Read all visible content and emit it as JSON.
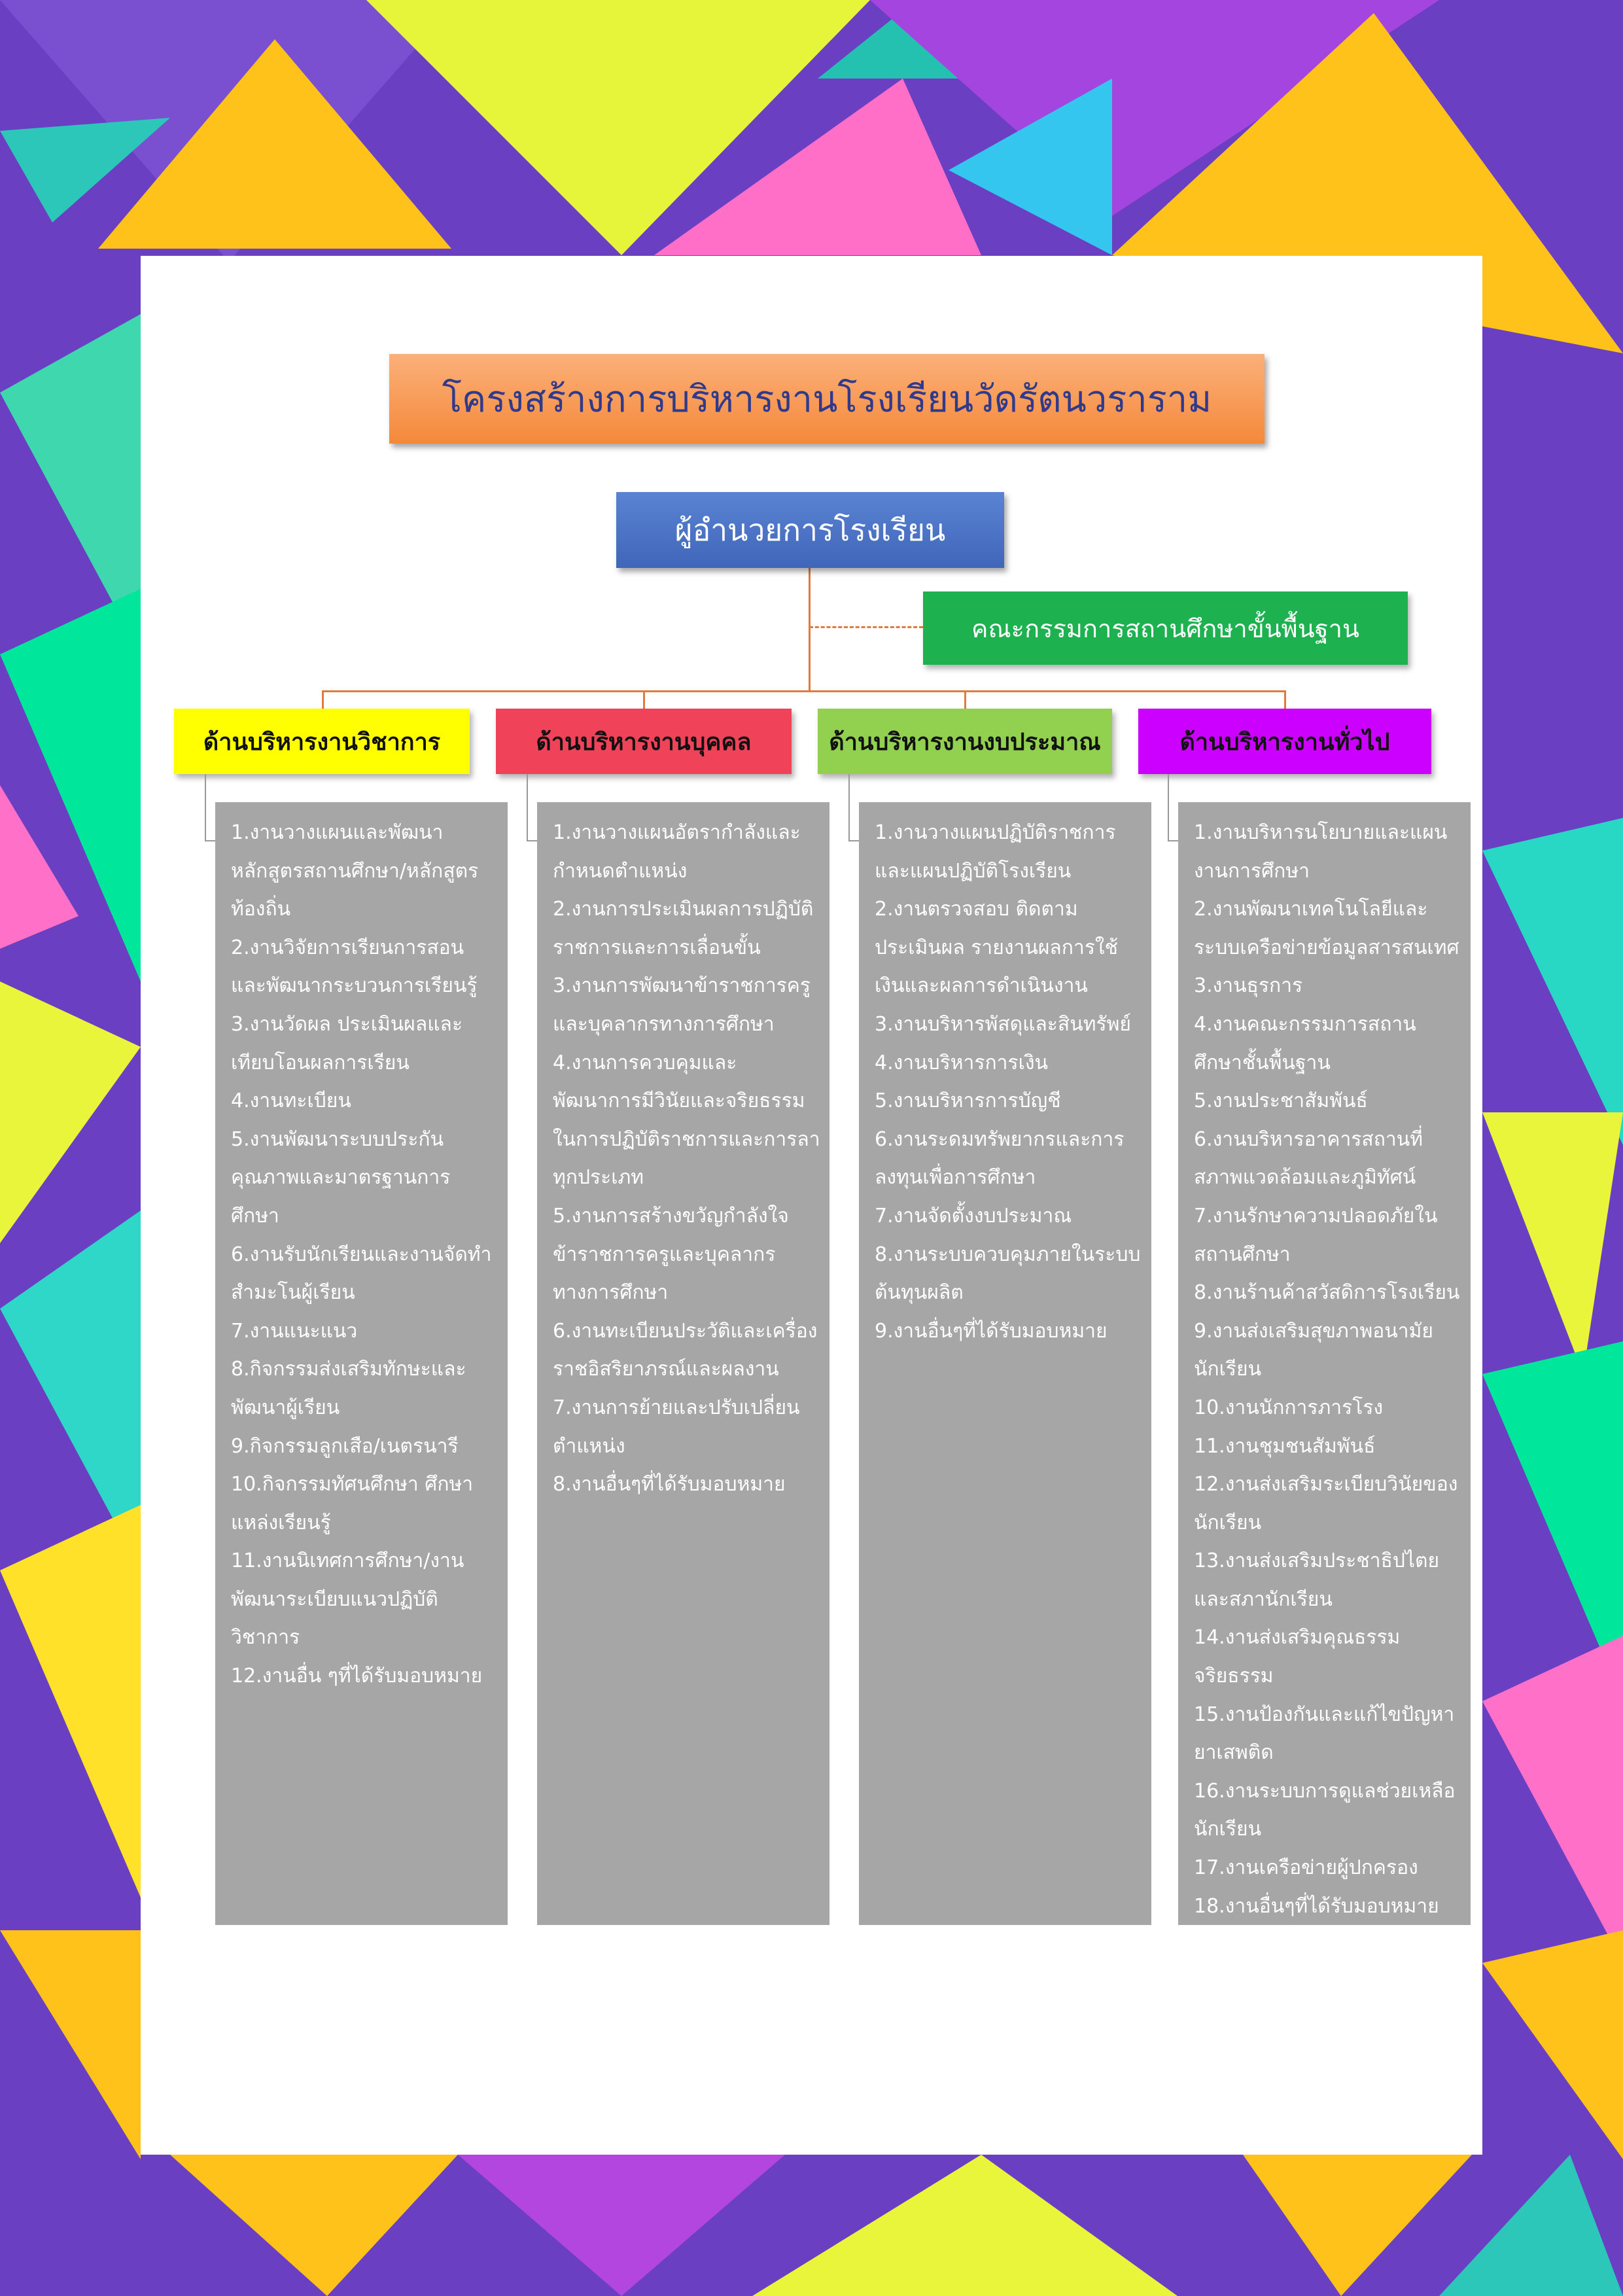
{
  "title": "โครงสร้างการบริหารงานโรงเรียนวัดรัตนวราราม",
  "director": "ผู้อำนวยการโรงเรียน",
  "committee": "คณะกรรมการสถานศึกษาขั้นพื้นฐาน",
  "colors": {
    "academic": "#ffff00",
    "personnel": "#f0435a",
    "budget": "#92d050",
    "general": "#cc00ff",
    "list_bg": "#a6a6a6",
    "title_bg": "#f79a55",
    "director_bg": "#4a72c4",
    "committee_bg": "#1db150"
  },
  "departments": [
    {
      "name": "ด้านบริหารงานวิชาการ",
      "items": [
        "1.งานวางแผนและพัฒนาหลักสูตรสถานศึกษา/หลักสูตรท้องถิ่น",
        "2.งานวิจัยการเรียนการสอนและพัฒนากระบวนการเรียนรู้",
        "3.งานวัดผล ประเมินผลและเทียบโอนผลการเรียน",
        "4.งานทะเบียน",
        "5.งานพัฒนาระบบประกันคุณภาพและมาตรฐานการศึกษา",
        "6.งานรับนักเรียนและงานจัดทำสำมะโนผู้เรียน",
        "7.งานแนะแนว",
        "8.กิจกรรมส่งเสริมทักษะและพัฒนาผู้เรียน",
        "9.กิจกรรมลูกเสือ/เนตรนารี",
        "10.กิจกรรมทัศนศึกษา ศึกษาแหล่งเรียนรู้",
        "11.งานนิเทศการศึกษา/งานพัฒนาระเบียบแนวปฏิบัติวิชาการ",
        "12.งานอื่น ๆที่ได้รับมอบหมาย"
      ]
    },
    {
      "name": "ด้านบริหารงานบุคคล",
      "items": [
        "1.งานวางแผนอัตรากำลังและกำหนดตำแหน่ง",
        "2.งานการประเมินผลการปฏิบัติราชการและการเลื่อนขั้น",
        "3.งานการพัฒนาข้าราชการครูและบุคลากรทางการศึกษา",
        "4.งานการควบคุมและพัฒนาการมีวินัยและจริยธรรมในการปฏิบัติราชการและการลาทุกประเภท",
        "5.งานการสร้างขวัญกำลังใจข้าราชการครูและบุคลากรทางการศึกษา",
        "6.งานทะเบียนประวัติและเครื่องราชอิสริยาภรณ์และผลงาน",
        "7.งานการย้ายและปรับเปลี่ยนตำแหน่ง",
        "8.งานอื่นๆที่ได้รับมอบหมาย"
      ]
    },
    {
      "name": "ด้านบริหารงานงบประมาณ",
      "items": [
        "1.งานวางแผนปฏิบัติราชการและแผนปฏิบัติโรงเรียน",
        "2.งานตรวจสอบ ติดตามประเมินผล รายงานผลการใช้เงินและผลการดำเนินงาน",
        "3.งานบริหารพัสดุและสินทรัพย์",
        "4.งานบริหารการเงิน",
        "5.งานบริหารการบัญชี",
        "6.งานระดมทรัพยากรและการลงทุนเพื่อการศึกษา",
        "7.งานจัดตั้งงบประมาณ",
        "8.งานระบบควบคุมภายในระบบต้นทุนผลิต",
        "9.งานอื่นๆที่ได้รับมอบหมาย"
      ]
    },
    {
      "name": "ด้านบริหารงานทั่วไป",
      "items": [
        "1.งานบริหารนโยบายและแผนงานการศึกษา",
        "2.งานพัฒนาเทคโนโลยีและระบบเครือข่ายข้อมูลสารสนเทศ",
        "3.งานธุรการ",
        "4.งานคณะกรรมการสถานศึกษาชั้นพื้นฐาน",
        "5.งานประชาสัมพันธ์",
        "6.งานบริหารอาคารสถานที่สภาพแวดล้อมและภูมิทัศน์",
        "7.งานรักษาความปลอดภัยในสถานศึกษา",
        "8.งานร้านค้าสวัสดิการโรงเรียน",
        "9.งานส่งเสริมสุขภาพอนามัยนักเรียน",
        "10.งานนักการภารโรง",
        "11.งานชุมชนสัมพันธ์",
        "12.งานส่งเสริมระเบียบวินัยของนักเรียน",
        "13.งานส่งเสริมประชาธิปไตยและสภานักเรียน",
        "14.งานส่งเสริมคุณธรรมจริยธรรม",
        "15.งานป้องกันและแก้ไขปัญหายาเสพติด",
        "16.งานระบบการดูแลช่วยเหลือนักเรียน",
        "17.งานเครือข่ายผู้ปกครอง",
        "18.งานอื่นๆที่ได้รับมอบหมาย"
      ]
    }
  ]
}
